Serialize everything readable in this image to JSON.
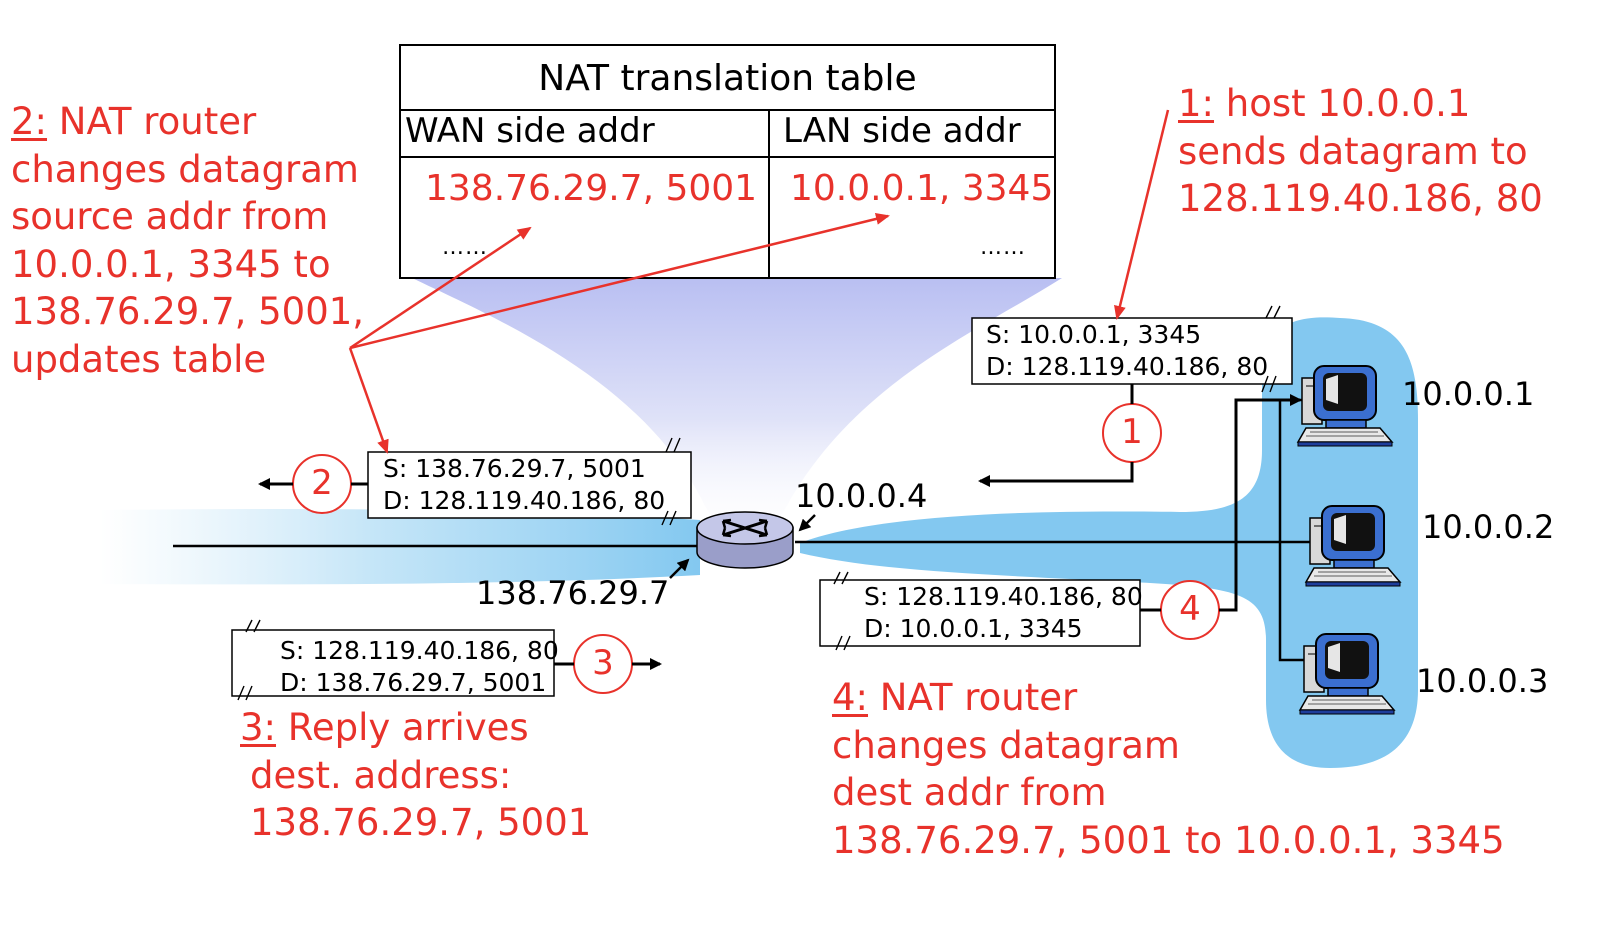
{
  "nat_table": {
    "title": "NAT translation table",
    "wan_header": "WAN side addr",
    "lan_header": "LAN side addr",
    "wan_entry": "138.76.29.7, 5001",
    "lan_entry": "10.0.0.1, 3345",
    "wan_more": "……",
    "lan_more": "……"
  },
  "notes": {
    "note1": {
      "num": "1:",
      "l1": " host 10.0.0.1",
      "l2": "sends datagram to",
      "l3": "128.119.40.186, 80"
    },
    "note2": {
      "num": "2:",
      "l1": " NAT router",
      "l2": "changes datagram",
      "l3": "source addr from",
      "l4": "10.0.0.1, 3345 to",
      "l5": "138.76.29.7, 5001,",
      "l6": "updates table"
    },
    "note3": {
      "num": "3:",
      "l1": " Reply arrives",
      "l2": "dest. address:",
      "l3": "138.76.29.7, 5001"
    },
    "note4": {
      "num": "4:",
      "l1": " NAT router",
      "l2": "changes datagram",
      "l3": "dest addr from",
      "l4": "138.76.29.7, 5001 to 10.0.0.1, 3345"
    }
  },
  "packets": {
    "p1": {
      "src": "S: 10.0.0.1, 3345",
      "dst": "D: 128.119.40.186, 80"
    },
    "p2": {
      "src": "S: 138.76.29.7, 5001",
      "dst": "D: 128.119.40.186, 80"
    },
    "p3": {
      "src": "S: 128.119.40.186, 80",
      "dst": "D: 138.76.29.7, 5001"
    },
    "p4": {
      "src": "S: 128.119.40.186, 80",
      "dst": "D: 10.0.0.1, 3345"
    }
  },
  "steps": [
    "1",
    "2",
    "3",
    "4"
  ],
  "addresses": {
    "router_lan": "10.0.0.4",
    "router_wan": "138.76.29.7",
    "host1": "10.0.0.1",
    "host2": "10.0.0.2",
    "host3": "10.0.0.3"
  },
  "icons": [
    "router-icon",
    "computer-icon"
  ],
  "colors": {
    "annotation": "#e8322b",
    "lan_fill": "#83c8f0",
    "text": "#000000"
  }
}
